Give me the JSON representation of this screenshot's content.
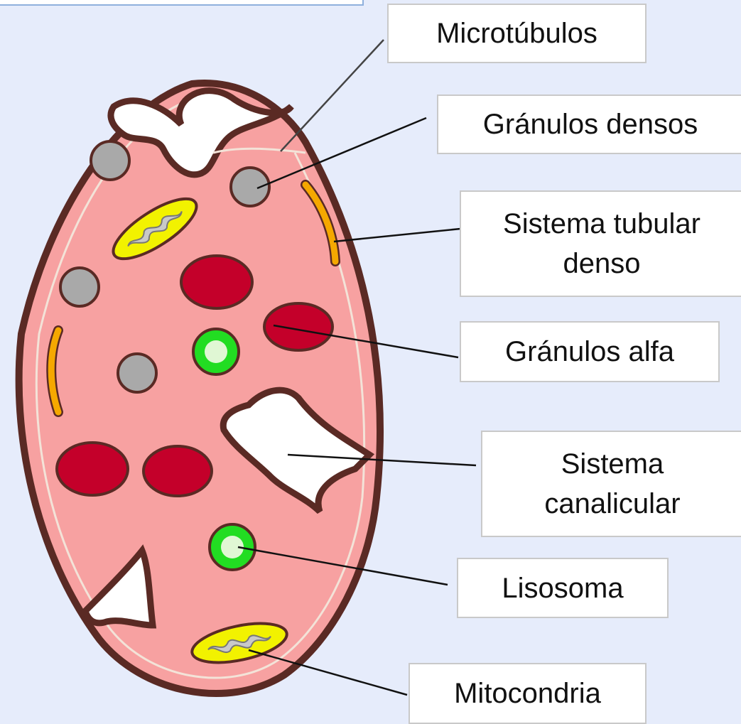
{
  "labels": {
    "microtubulos": "Microtúbulos",
    "granulos_densos": "Gránulos densos",
    "sistema_tubular_denso": "Sistema tubular\ndenso",
    "granulos_alfa": "Gránulos alfa",
    "sistema_canalicular": "Sistema\ncanalicular",
    "lisosoma": "Lisosoma",
    "mitocondria": "Mitocondria"
  },
  "colors": {
    "background": "#e6ecfb",
    "cytoplasm": "#f7a1a1",
    "membrane": "#5a2a24",
    "dense_granule": "#a9a9a9",
    "alpha_granule": "#c4002a",
    "lysosome": "#22dd22",
    "mitochondria": "#f2f200",
    "dense_tubular": "#f5a800"
  }
}
